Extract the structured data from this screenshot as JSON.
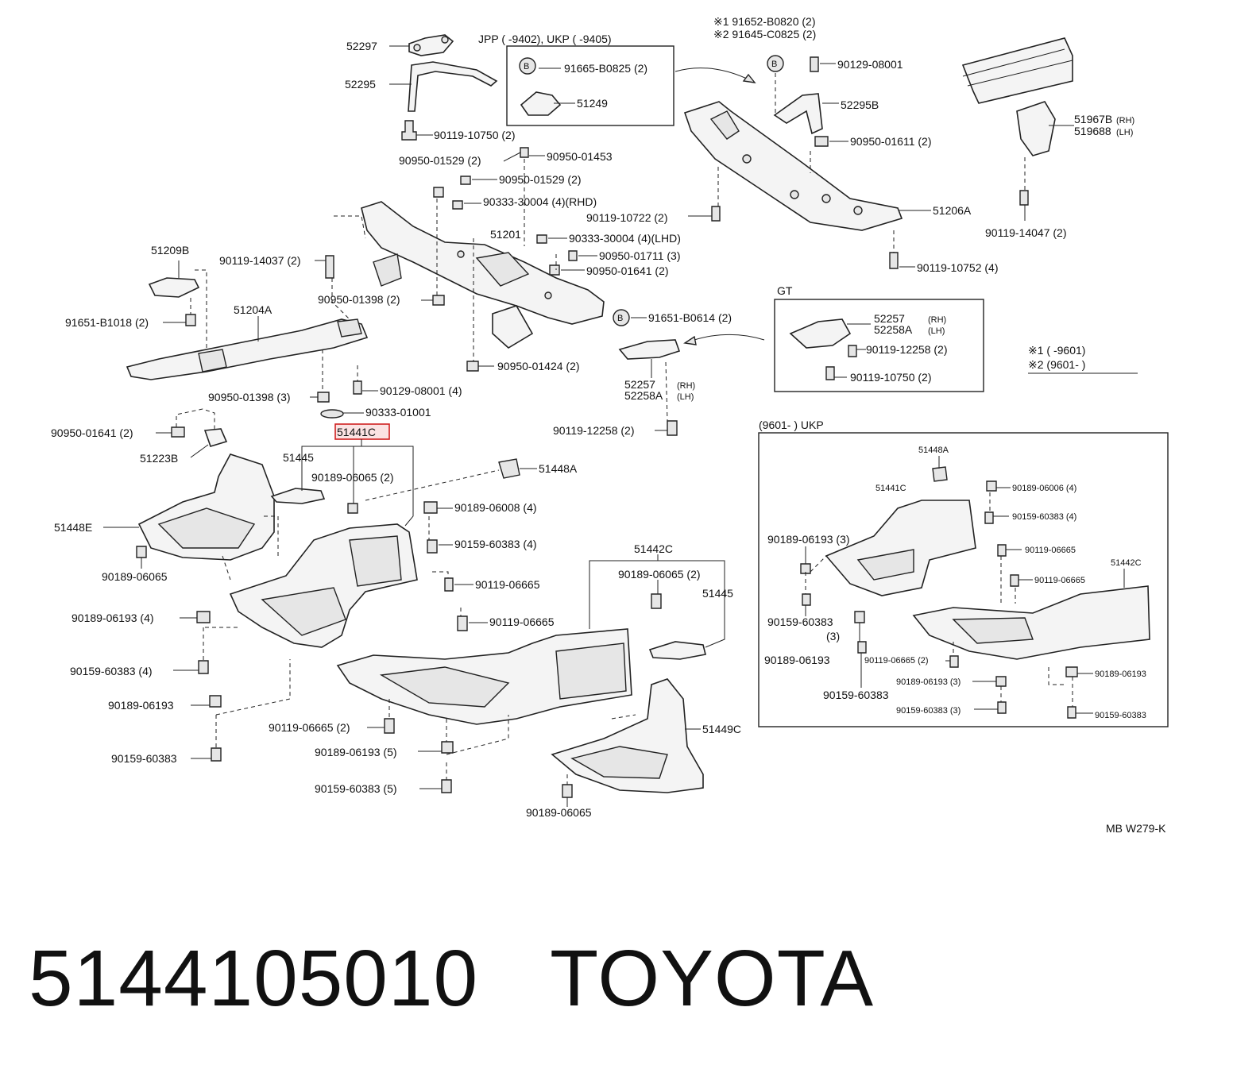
{
  "footer": {
    "part_number": "5144105010",
    "brand": "TOYOTA"
  },
  "diagram_code": "MB W279-K",
  "boxes": {
    "top_center_title": "JPP (      -9402), UKP (      -9405)",
    "gt_title": "GT",
    "ukp_title": "(9601-         ) UKP"
  },
  "notes": {
    "n1": "※1 91652-B0820 (2)",
    "n2": "※2 91645-C0825 (2)",
    "legend1": "※1 (        -9601)",
    "legend2": "※2 (9601-          )"
  },
  "labels": [
    "52297",
    "52295",
    "90119-10750 (2)",
    "91665-B0825 (2)",
    "51249",
    "90129-08001",
    "52295B",
    "90950-01611 (2)",
    "51967B",
    "519688",
    "(RH)",
    "(LH)",
    "90119-14047 (2)",
    "51206A",
    "90119-10752 (4)",
    "90119-10722 (2)",
    "90950-01529 (2)",
    "90950-01453",
    "90950-01529 (2)",
    "90333-30004 (4)(RHD)",
    "51201",
    "90333-30004 (4)(LHD)",
    "90950-01711 (3)",
    "90950-01641 (2)",
    "51209B",
    "90119-14037 (2)",
    "90950-01398 (2)",
    "91651-B1018 (2)",
    "51204A",
    "91651-B0614 (2)",
    "90950-01424 (2)",
    "52257",
    "52258A",
    "(RH)",
    "(LH)",
    "52257",
    "52258A",
    "(RH)",
    "(LH)",
    "90119-12258 (2)",
    "90119-10750 (2)",
    "90119-12258 (2)",
    "90950-01398 (3)",
    "90129-08001 (4)",
    "90333-01001",
    "90950-01641 (2)",
    "51223B",
    "51441C",
    "51445",
    "90189-06065 (2)",
    "51448A",
    "90189-06008 (4)",
    "51448E",
    "90159-60383 (4)",
    "90189-06065",
    "90119-06665",
    "90189-06193 (4)",
    "90119-06665",
    "51442C",
    "90189-06065 (2)",
    "51445",
    "90159-60383 (4)",
    "90189-06193",
    "90119-06665 (2)",
    "51449C",
    "90189-06193 (5)",
    "90159-60383",
    "90159-60383 (5)",
    "90189-06065",
    "51448A",
    "51441C",
    "90189-06006 (4)",
    "90159-60383 (4)",
    "90189-06193 (3)",
    "90119-06665",
    "90119-06665",
    "51442C",
    "90159-60383",
    "(3)",
    "90189-06193",
    "90119-06665 (2)",
    "90159-60383",
    "90189-06193 (3)",
    "90189-06193",
    "90159-60383 (3)",
    "90159-60383"
  ]
}
